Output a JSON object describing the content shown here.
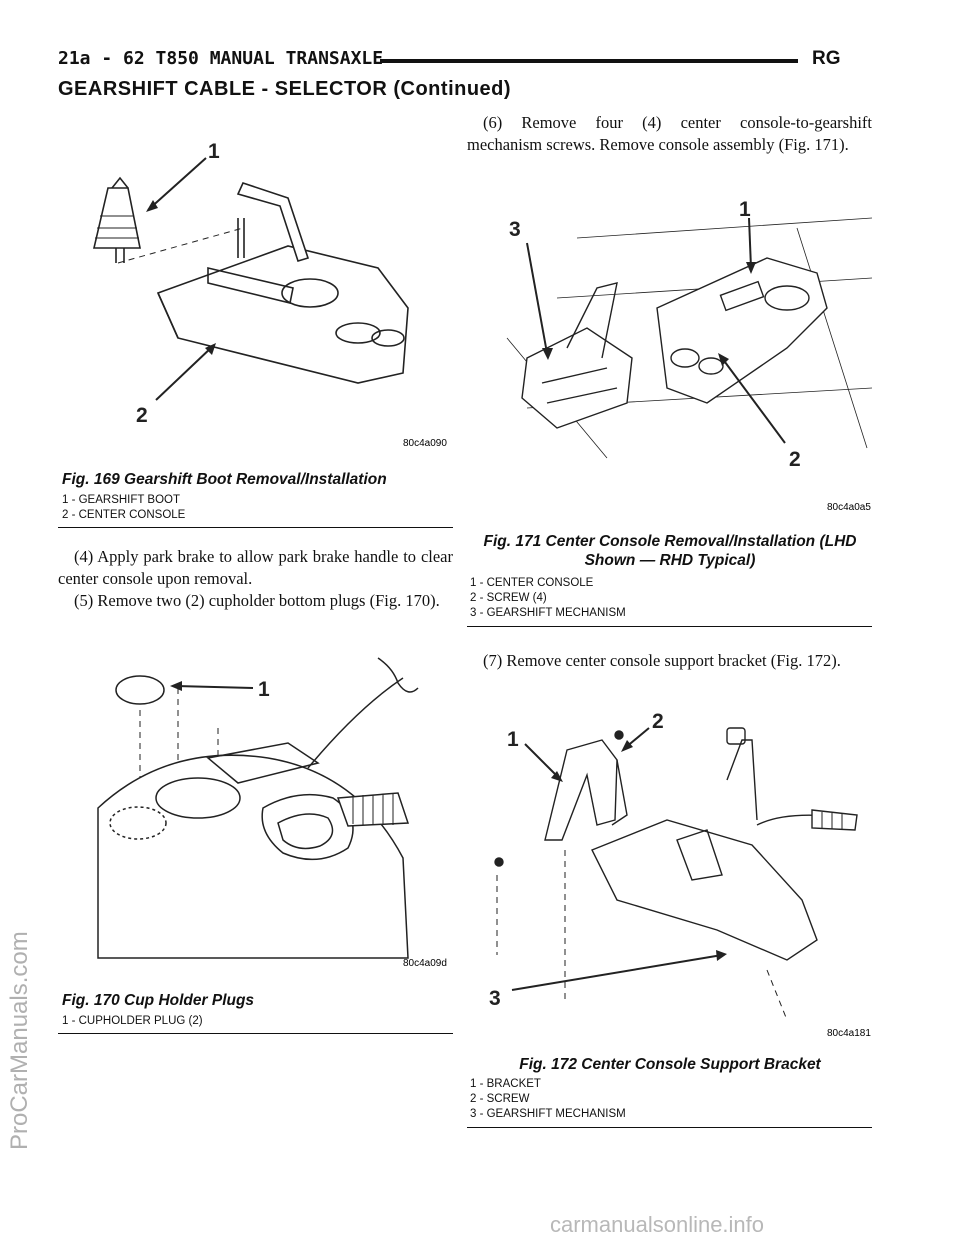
{
  "header": {
    "page_label": "21a - 62    T850 MANUAL TRANSAXLE",
    "vehicle_code": "RG",
    "section_title": "GEARSHIFT CABLE - SELECTOR (Continued)"
  },
  "figures": {
    "fig169": {
      "title": "Fig. 169 Gearshift Boot Removal/Installation",
      "code": "80c4a090",
      "callouts": [
        "1",
        "2"
      ],
      "legend": [
        "1 - GEARSHIFT BOOT",
        "2 - CENTER CONSOLE"
      ]
    },
    "fig170": {
      "title": "Fig. 170 Cup Holder Plugs",
      "code": "80c4a09d",
      "callouts": [
        "1"
      ],
      "legend": [
        "1 - CUPHOLDER PLUG (2)"
      ]
    },
    "fig171": {
      "title_line1": "Fig. 171 Center Console Removal/Installation (LHD",
      "title_line2": "Shown — RHD Typical)",
      "code": "80c4a0a5",
      "callouts": [
        "1",
        "2",
        "3"
      ],
      "legend": [
        "1 - CENTER CONSOLE",
        "2 - SCREW (4)",
        "3 - GEARSHIFT MECHANISM"
      ]
    },
    "fig172": {
      "title": "Fig. 172 Center Console Support Bracket",
      "code": "80c4a181",
      "callouts": [
        "1",
        "2",
        "3"
      ],
      "legend": [
        "1 - BRACKET",
        "2 - SCREW",
        "3 - GEARSHIFT MECHANISM"
      ]
    }
  },
  "steps": {
    "step4": "(4) Apply park brake to allow park brake handle to clear center console upon removal.",
    "step5": "(5) Remove two (2) cupholder bottom plugs (Fig. 170).",
    "step6": "(6) Remove four (4) center console-to-gearshift mechanism screws. Remove console assembly (Fig. 171).",
    "step7": "(7) Remove center console support bracket (Fig. 172)."
  },
  "watermarks": {
    "left": "ProCarManuals.com",
    "bottom": "carmanualsonline.info"
  }
}
